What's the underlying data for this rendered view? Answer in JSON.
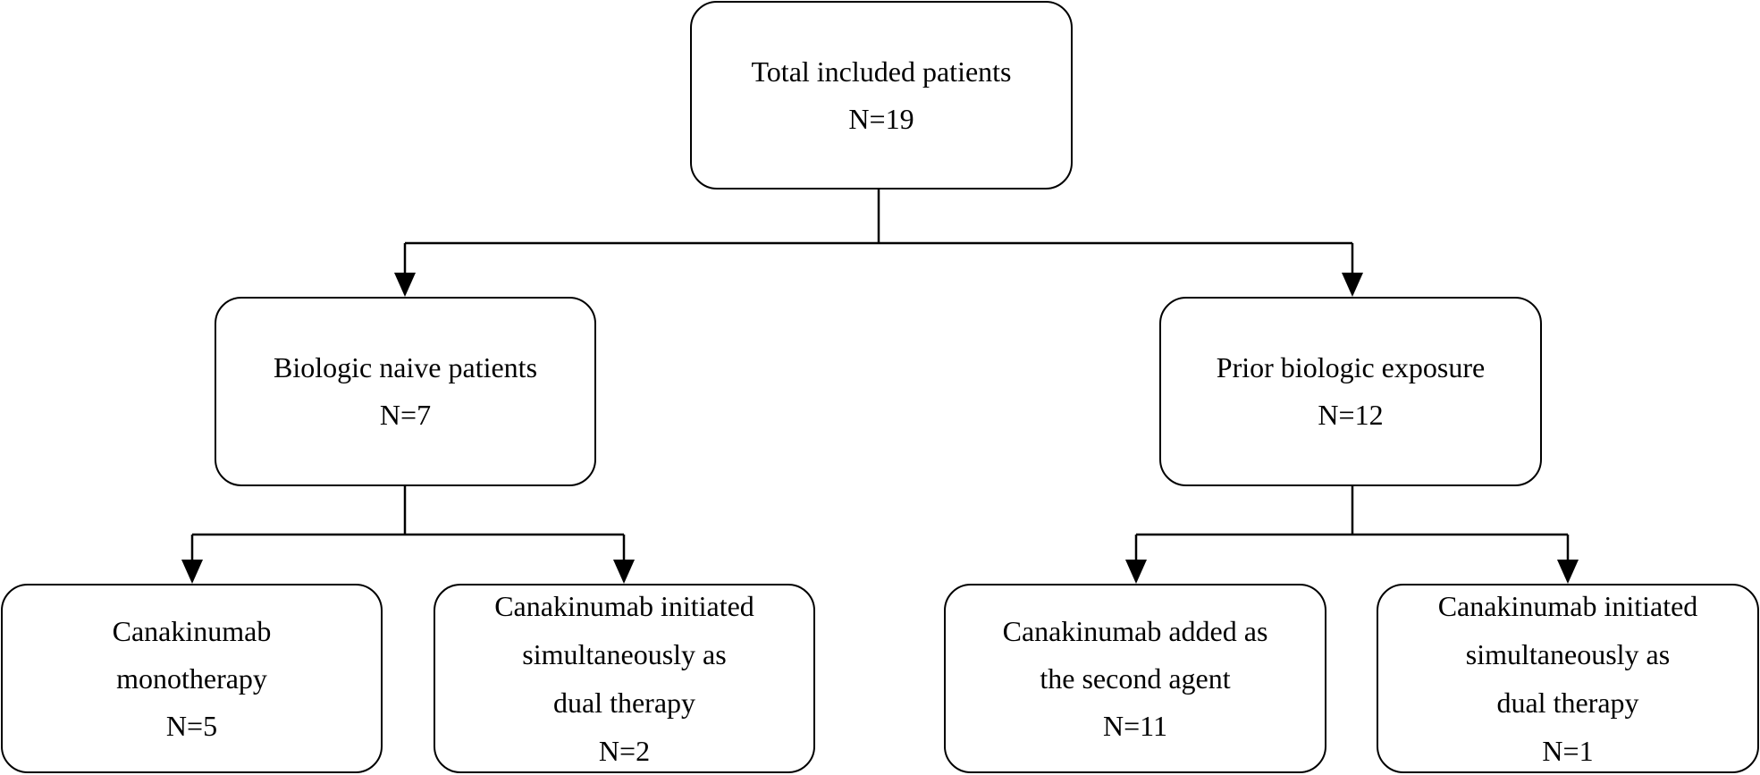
{
  "nodes": {
    "total": {
      "lines": [
        "Total included patients",
        "N=19"
      ]
    },
    "naive": {
      "lines": [
        "Biologic naive patients",
        "N=7"
      ]
    },
    "prior": {
      "lines": [
        "Prior biologic exposure",
        "N=12"
      ]
    },
    "mono": {
      "lines": [
        "Canakinumab",
        "monotherapy",
        "N=5"
      ]
    },
    "dual_naive": {
      "lines": [
        "Canakinumab initiated",
        "simultaneously as",
        "dual therapy",
        "N=2"
      ]
    },
    "second_agent": {
      "lines": [
        "Canakinumab added as",
        "the second agent",
        "N=11"
      ]
    },
    "dual_prior": {
      "lines": [
        "Canakinumab initiated",
        "simultaneously as",
        "dual therapy",
        "N=1"
      ]
    }
  },
  "edges": [
    {
      "from": "total",
      "to": "naive"
    },
    {
      "from": "total",
      "to": "prior"
    },
    {
      "from": "naive",
      "to": "mono"
    },
    {
      "from": "naive",
      "to": "dual_naive"
    },
    {
      "from": "prior",
      "to": "second_agent"
    },
    {
      "from": "prior",
      "to": "dual_prior"
    }
  ],
  "colors": {
    "stroke": "#000000",
    "fill": "#ffffff"
  }
}
